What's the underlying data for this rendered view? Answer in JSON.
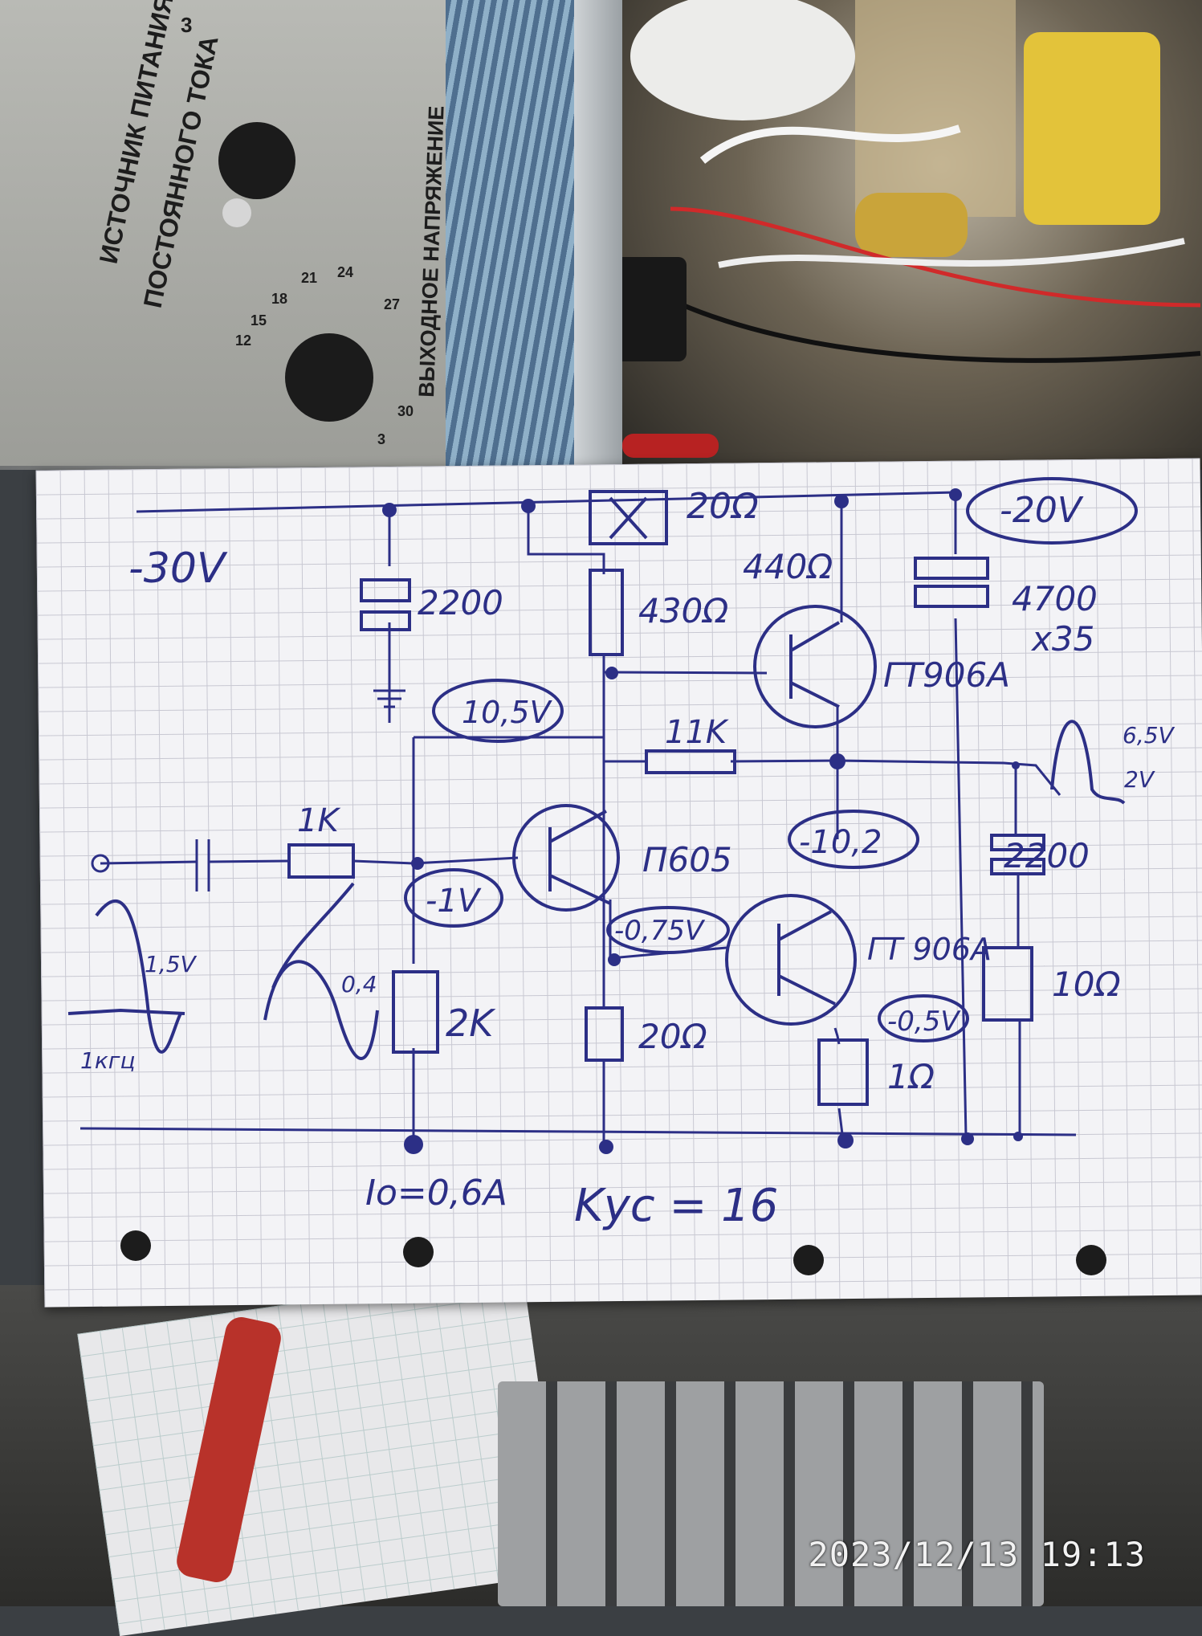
{
  "photo": {
    "timestamp": "2023/12/13  19:13"
  },
  "psu_panel": {
    "title_line1": "ИСТОЧНИК ПИТАНИЯ",
    "title_line2": "ПОСТОЯННОГО ТОКА",
    "output_label": "ВЫХОДНОЕ НАПРЯЖЕНИЕ",
    "dial_number": "3",
    "scale": [
      "12",
      "15",
      "18",
      "21",
      "24",
      "27",
      "30",
      "3"
    ]
  },
  "schematic": {
    "supply_voltage": "-30V",
    "fuse_resistor": "20Ω",
    "output_voltage": "-20V",
    "input_cap": "2200",
    "r_bias_top": "430Ω",
    "r_collector": "440Ω",
    "cap_out_top": "4700",
    "cap_out_rating": "x35",
    "q1": "ГТ906А",
    "node_105": "10,5V",
    "r_feedback": "11K",
    "r_input": "1K",
    "node_1v": "-1V",
    "q2": "П605",
    "node_102": "-10,2",
    "cap_out2": "2200",
    "node_075": "-0,75V",
    "q3": "ГТ 906А",
    "r_emitter": "20Ω",
    "r_base": "2K",
    "node_05": "-0,5V",
    "r_1ohm": "1Ω",
    "r_load": "10Ω",
    "in_amp": "1,5V",
    "in_freq": "1кгц",
    "mid_amp": "0,4",
    "out_amp_top": "6,5V",
    "out_amp_bottom": "2V",
    "i0": "Io=0,6A",
    "gain": "Kус = 16"
  },
  "colors": {
    "ink": "#2c2f86",
    "paper": "#f3f3f6",
    "grid": "#c8c8d2"
  }
}
